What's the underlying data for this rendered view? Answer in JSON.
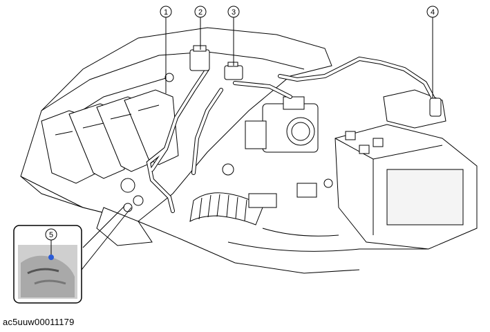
{
  "callouts": [
    {
      "label": "1",
      "part": "hose"
    },
    {
      "label": "2",
      "part": "valve"
    },
    {
      "label": "3",
      "part": "connector"
    },
    {
      "label": "4",
      "part": "hose-end"
    },
    {
      "label": "5",
      "part": "inset-component"
    }
  ],
  "image_code": "ac5uuw00011179",
  "colors": {
    "line": "#000000",
    "fill": "#ffffff",
    "shade": "#e8e8e8",
    "inset_bg": "#cfcfcf",
    "inset_highlight": "#2a5bd7"
  }
}
